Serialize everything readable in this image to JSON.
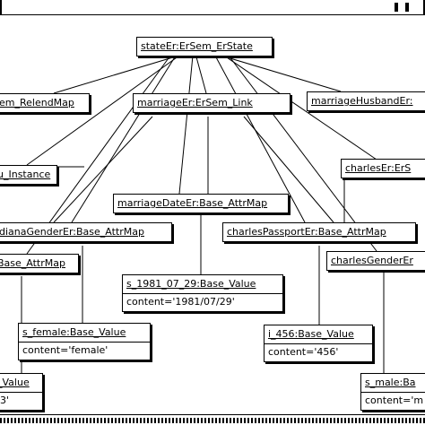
{
  "nodes": [
    {
      "id": "stateEr",
      "title": "stateEr:ErSem_ErState",
      "content": ""
    },
    {
      "id": "relend",
      "title": "em_RelendMap",
      "content": ""
    },
    {
      "id": "marriageEr",
      "title": "marriageEr:ErSem_Link",
      "content": ""
    },
    {
      "id": "husband",
      "title": "marriageHusbandEr:",
      "content": ""
    },
    {
      "id": "instance",
      "title": "u_Instance",
      "content": ""
    },
    {
      "id": "charlesEr",
      "title": "charlesEr:ErS",
      "content": ""
    },
    {
      "id": "dateEr",
      "title": "marriageDateEr:Base_AttrMap",
      "content": ""
    },
    {
      "id": "dianaGender",
      "title": "dianaGenderEr:Base_AttrMap",
      "content": ""
    },
    {
      "id": "passport",
      "title": "charlesPassportEr:Base_AttrMap",
      "content": ""
    },
    {
      "id": "attrLeft",
      "title": "Base_AttrMap",
      "content": ""
    },
    {
      "id": "charlesGender",
      "title": "charlesGenderEr",
      "content": ""
    },
    {
      "id": "dateVal",
      "title": "s_1981_07_29:Base_Value",
      "content": "content='1981/07/29'"
    },
    {
      "id": "femaleVal",
      "title": "s_female:Base_Value",
      "content": "content='female'"
    },
    {
      "id": "numVal",
      "title": "i_456:Base_Value",
      "content": "content='456'"
    },
    {
      "id": "leftVal",
      "title": "_Value",
      "content": "'3'"
    },
    {
      "id": "maleVal",
      "title": "s_male:Ba",
      "content": "content='m"
    }
  ]
}
